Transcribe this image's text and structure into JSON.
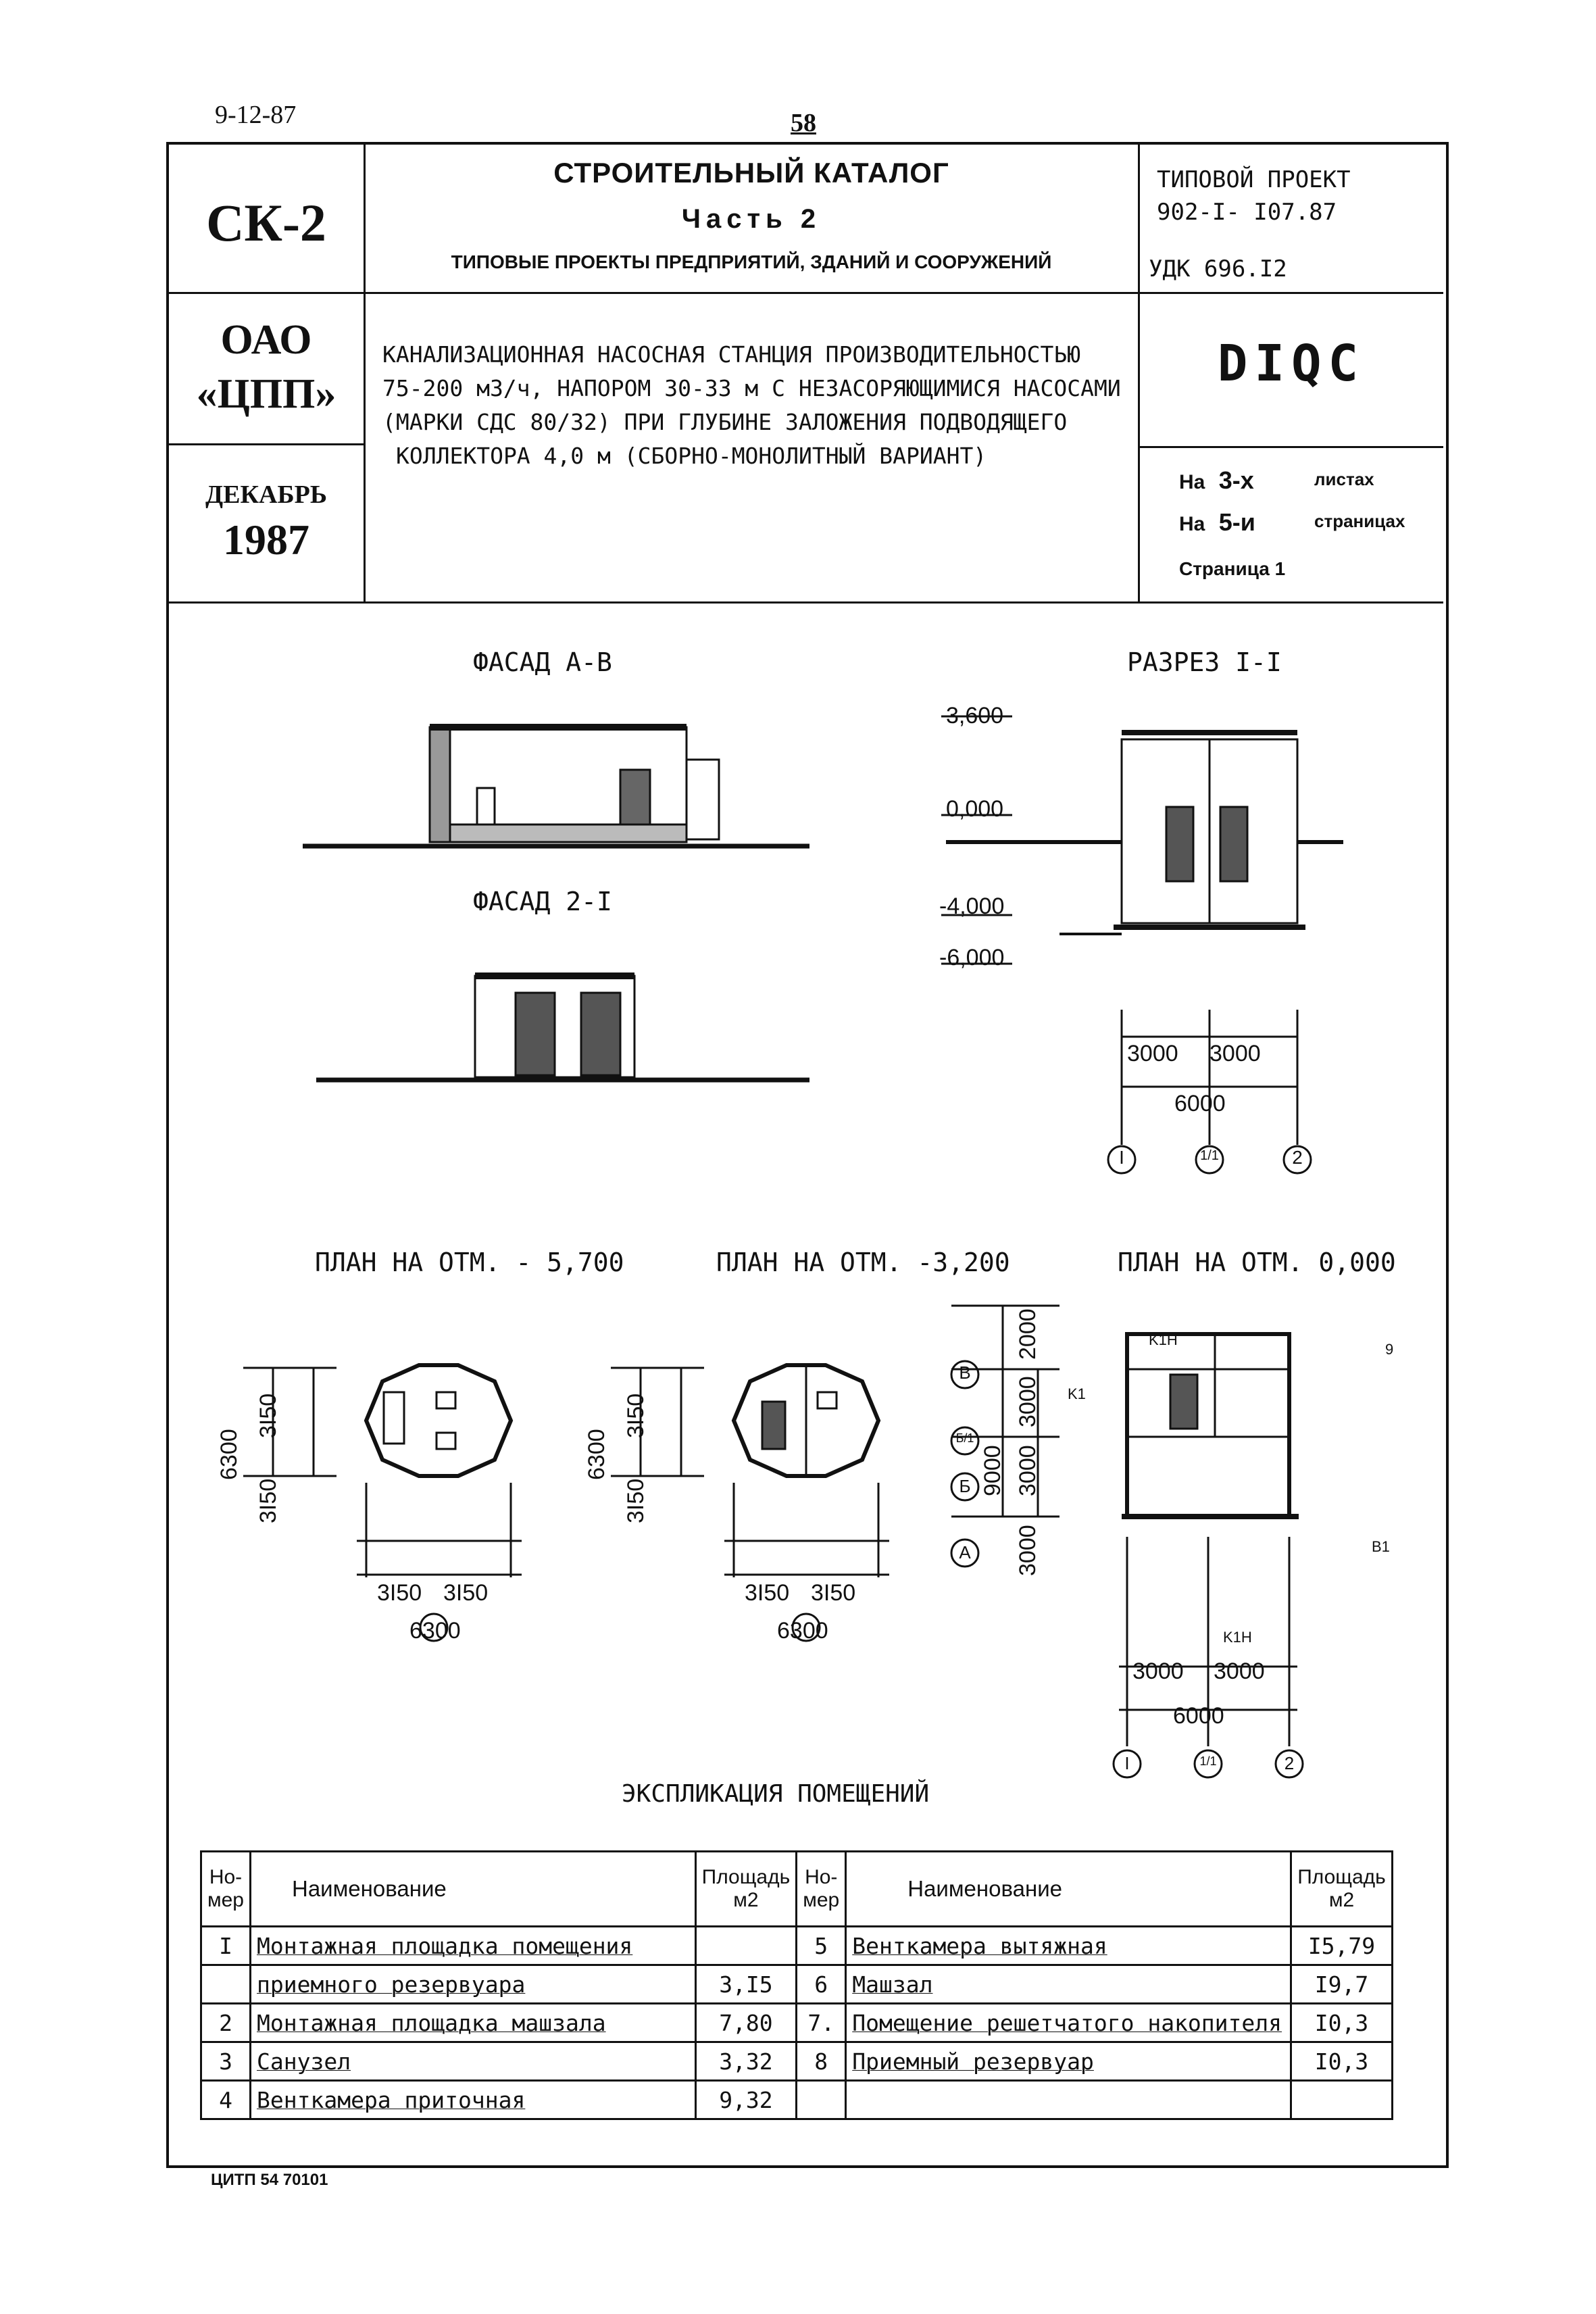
{
  "header": {
    "top_left": "9-12-87",
    "page_number": "58",
    "series_code": "СК-2",
    "catalog_title": "СТРОИТЕЛЬНЫЙ КАТАЛОГ",
    "catalog_part": "Часть 2",
    "catalog_subtitle": "ТИПОВЫЕ ПРОЕКТЫ ПРЕДПРИЯТИЙ, ЗДАНИЙ И СООРУЖЕНИЙ",
    "project_type": "ТИПОВОЙ ПРОЕКТ",
    "project_number": "902-I- I07.87",
    "udk": "УДК 696.I2",
    "org_line1": "ОАО",
    "org_line2": "«ЦПП»",
    "month": "ДЕКАБРЬ",
    "year": "1987",
    "description_lines": [
      "КАНАЛИЗАЦИОННАЯ НАСОСНАЯ СТАНЦИЯ ПРОИЗВОДИТЕЛЬНОСТЬЮ",
      "75-200 м3/ч, НАПОРОМ 30-33 м С НЕЗАСОРЯЮЩИМИСЯ НАСОСАМИ",
      "(МАРКИ СДС 80/32) ПРИ ГЛУБИНЕ ЗАЛОЖЕНИЯ ПОДВОДЯЩЕГО",
      "КОЛЛЕКТОРА 4,0 м (СБОРНО-МОНОЛИТНЫЙ ВАРИАНТ)"
    ],
    "code": "DIQC",
    "sheets_prefix": "На",
    "sheets_count": "3-х",
    "sheets_word": "листах",
    "pages_prefix": "На",
    "pages_count": "5-и",
    "pages_word": "страницах",
    "page_label": "Страница 1"
  },
  "drawings": {
    "facade_ab_title": "ФАСАД А-В",
    "facade_21_title": "ФАСАД 2-I",
    "section_title": "РАЗРЕЗ I-I",
    "section_levels": [
      "3,600",
      "0,000",
      "-4,000",
      "-6,000"
    ],
    "section_dims": [
      "3000",
      "3000",
      "6000"
    ],
    "section_axes": [
      "I",
      "1/1",
      "2"
    ],
    "plan1_title": "ПЛАН НА ОТМ. - 5,700",
    "plan2_title": "ПЛАН НА ОТМ. -3,200",
    "plan3_title": "ПЛАН НА ОТМ. 0,000",
    "plan_round_dims": [
      "3I50",
      "3I50",
      "6300"
    ],
    "plan_round_vdims": [
      "3I50",
      "3I50",
      "6300"
    ],
    "plan3_vdims": [
      "2000",
      "3000",
      "3000",
      "9000",
      "3000"
    ],
    "plan3_hdims": [
      "3000",
      "3000",
      "6000"
    ],
    "plan3_axes_rows": [
      "В",
      "Б/1",
      "Б",
      "А"
    ],
    "plan3_axes_cols": [
      "I",
      "1/1",
      "2"
    ],
    "plan3_marks": [
      "K1H",
      "K1",
      "K1H",
      "B1",
      "9"
    ]
  },
  "explication": {
    "title": "ЭКСПЛИКАЦИЯ ПОМЕЩЕНИЙ",
    "headers": {
      "num": "Но-мер",
      "name": "Наименование",
      "area": "Площадь м2"
    },
    "left_rows": [
      {
        "num": "I",
        "name": "Монтажная площадка помещения",
        "area": ""
      },
      {
        "num": "",
        "name": "приемного резервуара",
        "area": "3,I5"
      },
      {
        "num": "2",
        "name": "Монтажная площадка машзала",
        "area": "7,80"
      },
      {
        "num": "3",
        "name": "Санузел",
        "area": "3,32"
      },
      {
        "num": "4",
        "name": "Венткамера приточная",
        "area": "9,32"
      }
    ],
    "right_rows": [
      {
        "num": "5",
        "name": "Венткамера вытяжная",
        "area": "I5,79"
      },
      {
        "num": "6",
        "name": "Машзал",
        "area": "I9,7"
      },
      {
        "num": "7.",
        "name": "Помещение решетчатого накопителя",
        "area": "I0,3"
      },
      {
        "num": "8",
        "name": "Приемный резервуар",
        "area": "I0,3"
      },
      {
        "num": "",
        "name": "",
        "area": ""
      }
    ]
  },
  "footer": {
    "stamp": "ЦИТП 54 70101"
  }
}
